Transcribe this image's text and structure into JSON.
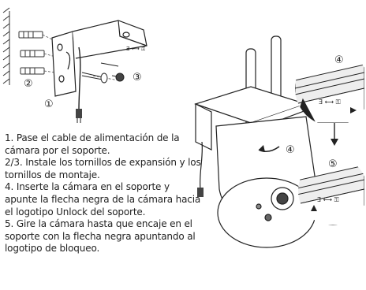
{
  "callouts": {
    "step1": "①",
    "step2": "②",
    "step3": "③",
    "step4_top": "④",
    "step4_mid": "④",
    "step5": "⑤"
  },
  "instructions": [
    "1. Pase el cable de alimentación de la cámara por el soporte.",
    "2/3. Instale los tornillos de expansión y los tornillos de montaje.",
    "4. Inserte la cámara en el soporte y apunte la flecha negra de la cámara hacia el logotipo Unlock del soporte.",
    "5. Gire la cámara hasta que encaje en el soporte con la flecha negra apuntando al logotipo de bloqueo."
  ]
}
